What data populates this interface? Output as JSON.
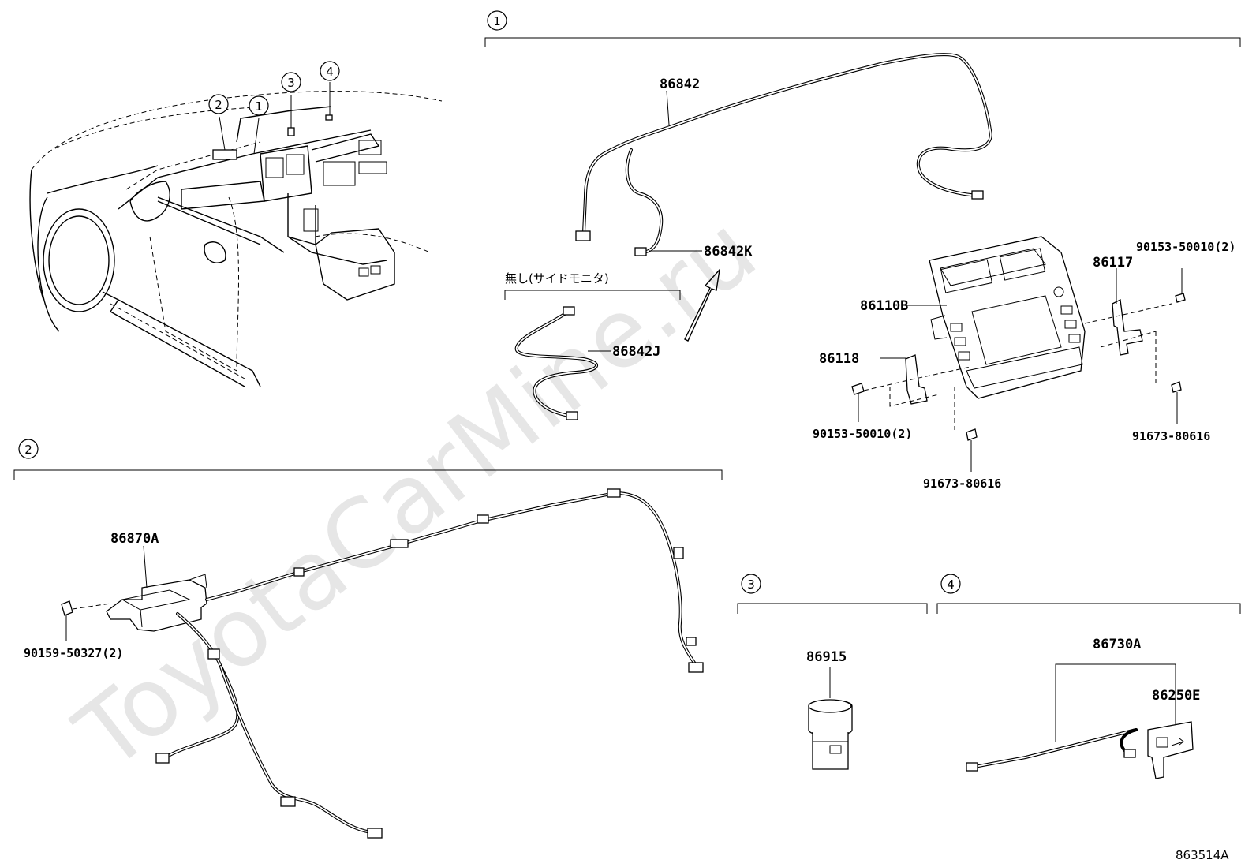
{
  "watermark": "ToyotaCarMine.ru",
  "diagram_id": "863514A",
  "callouts": [
    "1",
    "2",
    "3",
    "4"
  ],
  "group1": {
    "ref": "1",
    "parts": {
      "p86842": "86842",
      "p86842K": "86842K",
      "p86842J": "86842J",
      "p86110B": "86110B",
      "p86117": "86117",
      "p86118": "86118",
      "bolt_a": "90153-50010(2)",
      "bolt_b": "90153-50010(2)",
      "screw_a": "91673-80616",
      "screw_b": "91673-80616"
    },
    "note": "無し(サイドモニタ)"
  },
  "group2": {
    "ref": "2",
    "parts": {
      "p86870A": "86870A",
      "bolt": "90159-50327(2)"
    }
  },
  "group3": {
    "ref": "3",
    "parts": {
      "p86915": "86915"
    }
  },
  "group4": {
    "ref": "4",
    "parts": {
      "p86730A": "86730A",
      "p86250E": "86250E"
    }
  }
}
